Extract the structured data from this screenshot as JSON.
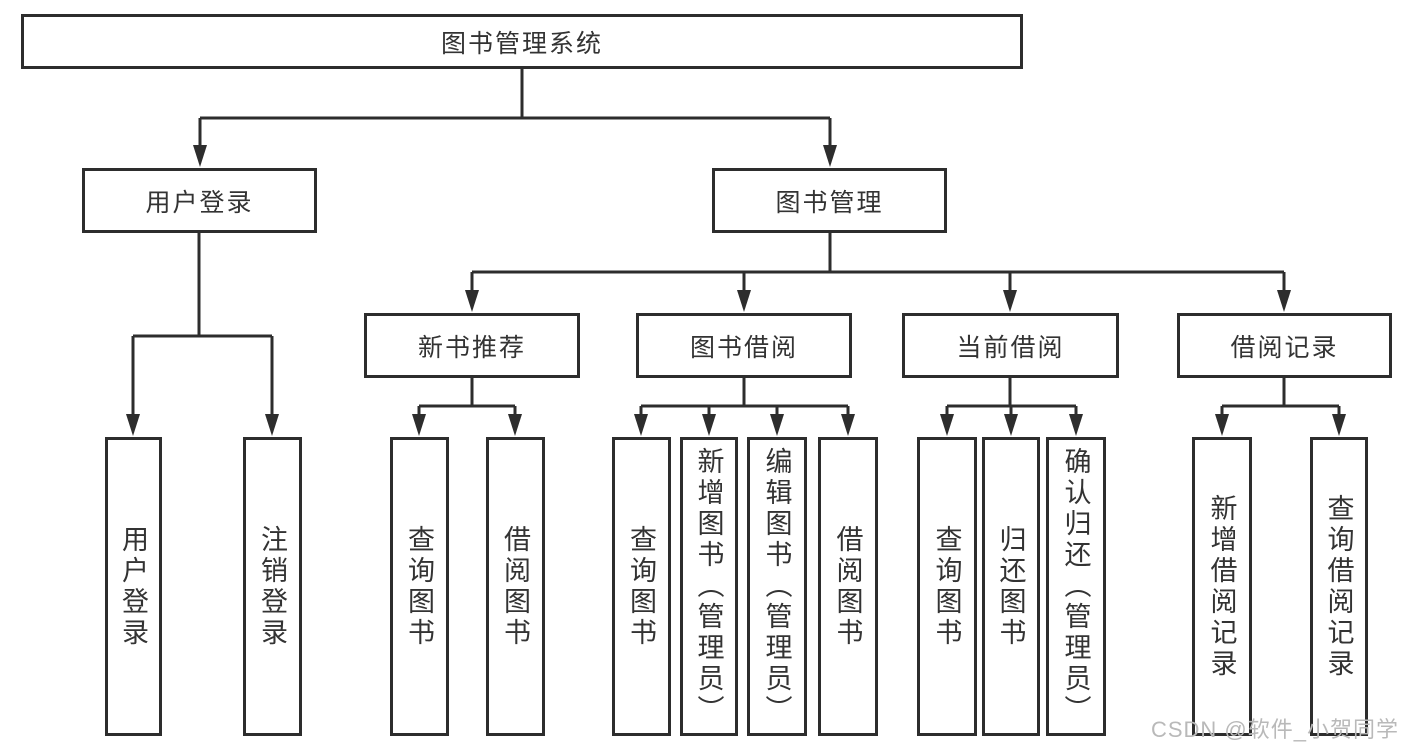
{
  "diagram": {
    "root": {
      "label": "图书管理系统"
    },
    "branches": [
      {
        "label": "用户登录",
        "leaves": [
          "用户登录",
          "注销登录"
        ]
      },
      {
        "label": "图书管理",
        "groups": [
          {
            "label": "新书推荐",
            "leaves": [
              "查询图书",
              "借阅图书"
            ]
          },
          {
            "label": "图书借阅",
            "leaves": [
              "查询图书",
              "新增图书（管理员）",
              "编辑图书（管理员）",
              "借阅图书"
            ]
          },
          {
            "label": "当前借阅",
            "leaves": [
              "查询图书",
              "归还图书",
              "确认归还（管理员）"
            ]
          },
          {
            "label": "借阅记录",
            "leaves": [
              "新增借阅记录",
              "查询借阅记录"
            ]
          }
        ]
      }
    ]
  },
  "watermark": {
    "text": "CSDN @软件_小贺同学",
    "color": "#b9b9b9"
  },
  "colors": {
    "line": "#2d2d2d",
    "text": "#333333",
    "background": "#ffffff"
  }
}
